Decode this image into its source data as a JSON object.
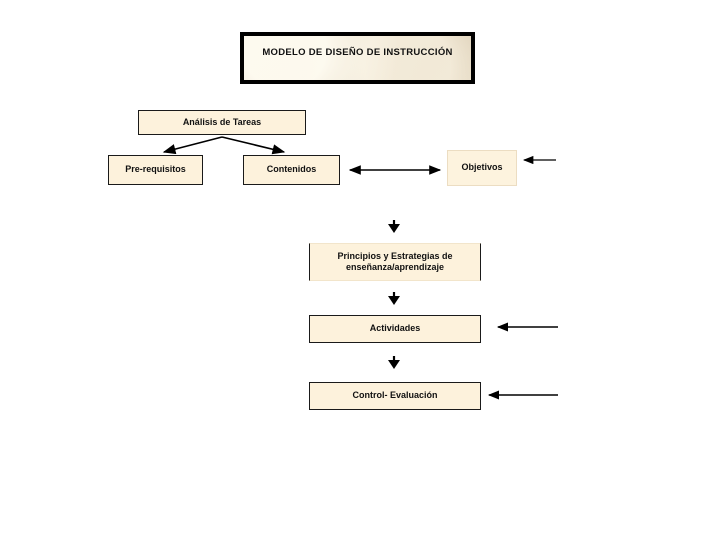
{
  "diagram": {
    "title": "MODELO DE DISEÑO DE INSTRUCCIÓN",
    "language": "es",
    "nodes": {
      "analisis": {
        "label": "Análisis de Tareas"
      },
      "prerequisitos": {
        "label": "Pre-requisitos"
      },
      "contenidos": {
        "label": "Contenidos"
      },
      "objetivos": {
        "label": "Objetivos"
      },
      "principios": {
        "label": "Principios y Estrategias de enseñanza/aprendizaje",
        "line1": "Principios y Estrategias de",
        "line2": "enseñanza/aprendizaje"
      },
      "actividades": {
        "label": "Actividades"
      },
      "control": {
        "label": "Control- Evaluación"
      }
    },
    "connectors": [
      {
        "name": "analisis-to-prerequisitos",
        "from": "analisis",
        "to": "prerequisitos",
        "kind": "diagonal-arrow",
        "heads": "end"
      },
      {
        "name": "analisis-to-contenidos",
        "from": "analisis",
        "to": "contenidos",
        "kind": "diagonal-arrow",
        "heads": "end"
      },
      {
        "name": "contenidos-objetivos-bidirectional",
        "from": "contenidos",
        "to": "objetivos",
        "kind": "horizontal-arrow",
        "heads": "both"
      },
      {
        "name": "inflow-to-objetivos",
        "from": "external-right",
        "to": "objetivos",
        "kind": "horizontal-arrow",
        "heads": "start"
      },
      {
        "name": "contenidos-to-principios",
        "from": "contenidos",
        "to": "principios",
        "kind": "down-arrowhead",
        "heads": "end"
      },
      {
        "name": "principios-to-actividades",
        "from": "principios",
        "to": "actividades",
        "kind": "down-arrowhead",
        "heads": "end"
      },
      {
        "name": "actividades-to-control",
        "from": "actividades",
        "to": "control",
        "kind": "down-arrowhead",
        "heads": "end"
      },
      {
        "name": "inflow-to-actividades",
        "from": "external-right",
        "to": "actividades",
        "kind": "horizontal-arrow",
        "heads": "start"
      },
      {
        "name": "inflow-to-control",
        "from": "external-right",
        "to": "control",
        "kind": "horizontal-arrow",
        "heads": "start"
      }
    ],
    "colors": {
      "background": "#ffffff",
      "box_fill": "#fdf2dc",
      "box_border": "#1a1a1a",
      "banner_border": "#000000",
      "banner_fill": "#ddcfb5",
      "text": "#111111",
      "connector": "#000000"
    }
  }
}
